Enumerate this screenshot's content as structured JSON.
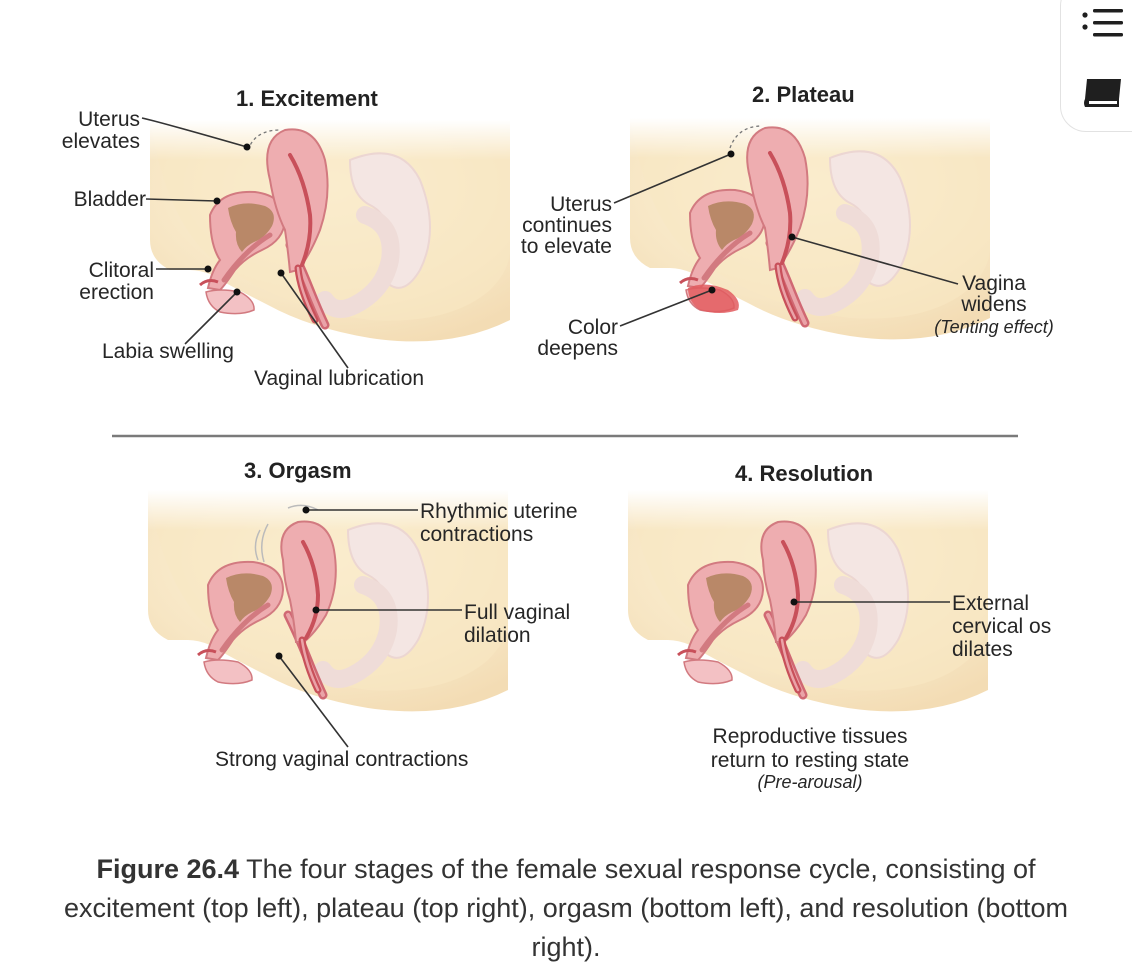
{
  "panels": [
    {
      "title": "1. Excitement",
      "labels": {
        "uterus": [
          "Uterus",
          "elevates"
        ],
        "bladder": "Bladder",
        "clitoral": [
          "Clitoral",
          "erection"
        ],
        "labia": "Labia swelling",
        "lubrication": "Vaginal lubrication"
      }
    },
    {
      "title": "2. Plateau",
      "labels": {
        "uterus": [
          "Uterus",
          "continues",
          "to elevate"
        ],
        "color": [
          "Color",
          "deepens"
        ],
        "vagina": [
          "Vagina",
          "widens"
        ],
        "vagina_note": "(Tenting effect)"
      }
    },
    {
      "title": "3. Orgasm",
      "labels": {
        "rhythmic": [
          "Rhythmic uterine",
          "contractions"
        ],
        "dilation": [
          "Full vaginal",
          "dilation"
        ],
        "strong": "Strong vaginal contractions"
      }
    },
    {
      "title": "4. Resolution",
      "labels": {
        "os": [
          "External",
          "cervical os",
          "dilates"
        ],
        "tissues": [
          "Reproductive tissues",
          "return to resting state"
        ],
        "tissues_note": "(Pre-arousal)"
      }
    }
  ],
  "caption": {
    "figure_label": "Figure 26.4",
    "text": " The four stages of the female sexual response cycle, consisting of excitement (top left), plateau (top right), orgasm (bottom left), and resolution (bottom right)."
  },
  "toolbar": {
    "icons": [
      "list-icon",
      "book-icon"
    ]
  },
  "colors": {
    "skin": "#f6e4c0",
    "tissue": "#eeadb0",
    "tissue_dark": "#c8505a",
    "bladder_fill": "#b98868",
    "bowel": "#f3e4e0",
    "inflamed": "#e25a5e",
    "divider": "#7a7a7a"
  }
}
